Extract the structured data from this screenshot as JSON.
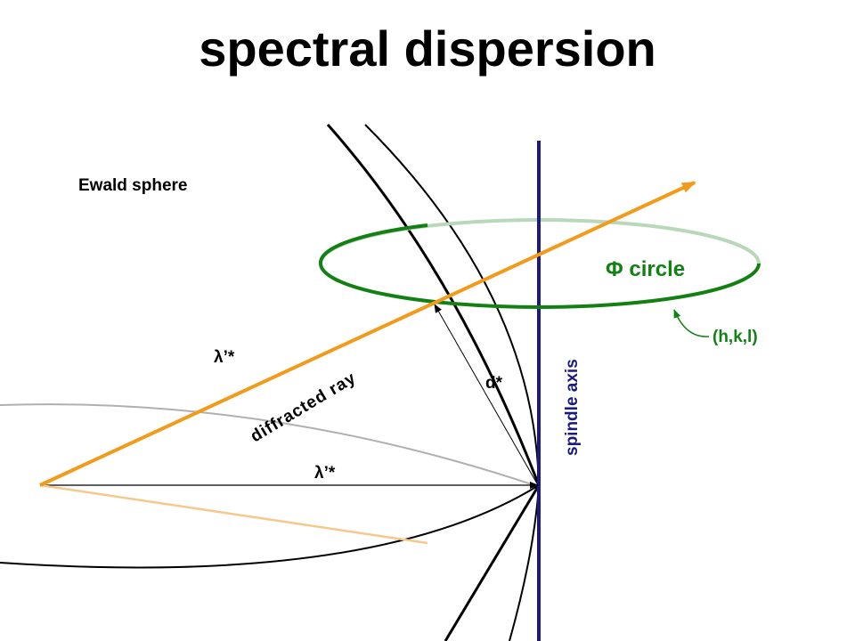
{
  "title": "spectral dispersion",
  "labels": {
    "ewald_sphere": "Ewald sphere",
    "phi_circle": "Φ circle",
    "hkl": "(h,k,l)",
    "spindle_axis": "spindle axis",
    "d_star": "d*",
    "lambda_upper": "λ’*",
    "lambda_lower": "λ’*",
    "diffracted_ray": "diffracted ray"
  },
  "colors": {
    "ray": "#f29a1a",
    "ray_faded": "#f6c88a",
    "spindle": "#1a1a80",
    "phi_circle": "#138013",
    "phi_circle_back": "#b9d8b9",
    "sphere": "#000000",
    "sphere_back": "#b0b0b0"
  }
}
